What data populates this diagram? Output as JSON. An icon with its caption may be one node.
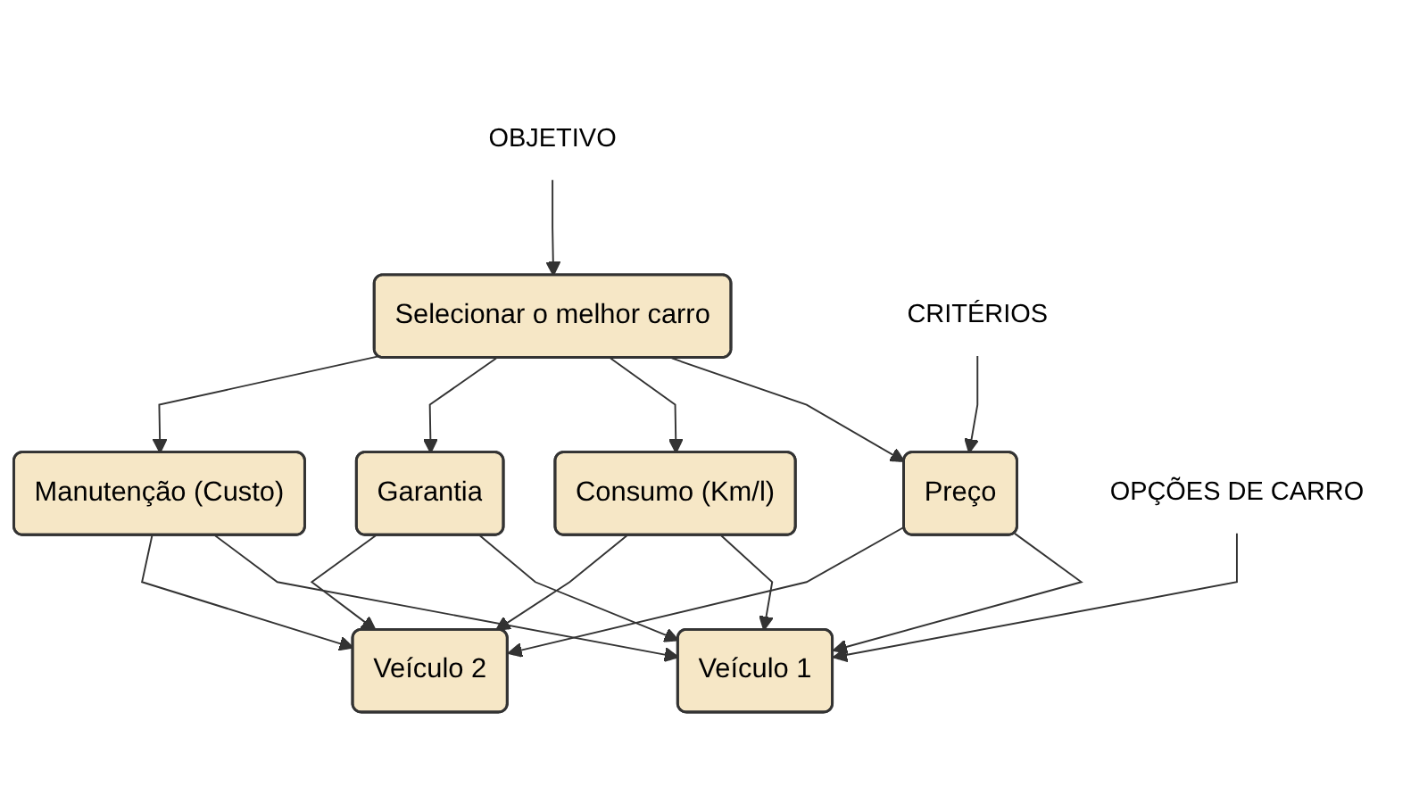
{
  "diagram": {
    "nodes": [
      {
        "text": [
          "OBJETIVO"
        ]
      },
      {
        "text": [
          "Selecionar o melhor carro"
        ]
      },
      {
        "text": [
          "CRITÉRIOS"
        ]
      },
      {
        "text": [
          "Preço"
        ]
      },
      {
        "text": [
          "Consumo (Km/l)"
        ]
      },
      {
        "text": [
          "Garantia"
        ]
      },
      {
        "text": [
          "Manutenção (Custo)"
        ]
      },
      {
        "text": [
          "OPÇÕES DE CARRO"
        ]
      },
      {
        "text": [
          "Veículo 1"
        ]
      },
      {
        "text": [
          "Veículo 2"
        ]
      }
    ],
    "edges": [
      {
        "from": 0,
        "to": 1,
        "arrow": "to"
      },
      {
        "from": 1,
        "to": 3,
        "arrow": "to"
      },
      {
        "from": 1,
        "to": 4,
        "arrow": "to"
      },
      {
        "from": 1,
        "to": 5,
        "arrow": "to"
      },
      {
        "from": 1,
        "to": 6,
        "arrow": "to"
      },
      {
        "from": 2,
        "to": 3,
        "arrow": "to"
      },
      {
        "from": 3,
        "to": 8,
        "arrow": "to"
      },
      {
        "from": 3,
        "to": 9,
        "arrow": "to"
      },
      {
        "from": 4,
        "to": 8,
        "arrow": "to"
      },
      {
        "from": 4,
        "to": 9,
        "arrow": "to"
      },
      {
        "from": 5,
        "to": 8,
        "arrow": "to"
      },
      {
        "from": 5,
        "to": 9,
        "arrow": "to"
      },
      {
        "from": 6,
        "to": 8,
        "arrow": "to"
      },
      {
        "from": 6,
        "to": 9,
        "arrow": "to"
      },
      {
        "from": 7,
        "to": 8,
        "arrow": "to"
      }
    ]
  }
}
